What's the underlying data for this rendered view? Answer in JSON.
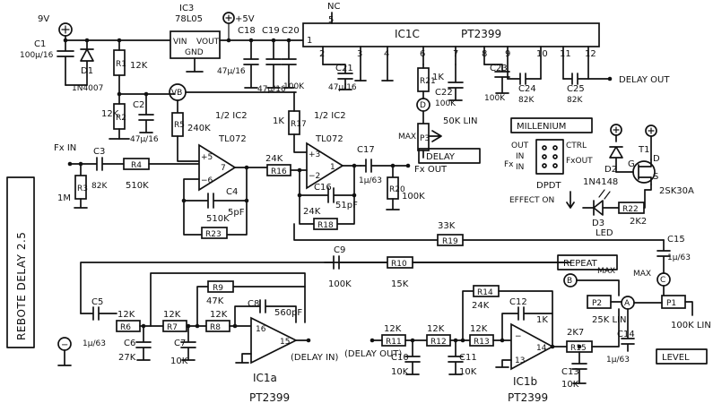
{
  "title": "REBOTE DELAY 2.5",
  "power": {
    "supply": "9V",
    "rail": "+5V",
    "ground_symbol": "−",
    "vb": "VB"
  },
  "ic": {
    "ic1c": {
      "ref": "IC1C",
      "part": "PT2399",
      "nc_label": "NC",
      "pins": [
        "1",
        "2",
        "3",
        "4",
        "5",
        "6",
        "7",
        "8",
        "9",
        "10",
        "11",
        "12"
      ]
    },
    "ic3": {
      "ref": "IC3",
      "part": "78L05",
      "vin": "VIN",
      "vout": "VOUT",
      "gnd": "GND"
    },
    "ic2a": {
      "ref": "1/2 IC2",
      "part": "TL072",
      "pin_p": "+5",
      "pin_n": "−6",
      "pin_out": "7"
    },
    "ic2b": {
      "ref": "1/2 IC2",
      "part": "TL072",
      "pin_p": "+3",
      "pin_n": "−2",
      "pin_out": "1"
    },
    "ic1a": {
      "ref": "IC1a",
      "part": "PT2399",
      "pin_in": "16",
      "pin_out": "15",
      "out_label": "(DELAY IN)"
    },
    "ic1b": {
      "ref": "IC1b",
      "part": "PT2399",
      "pin_p": "13",
      "pin_n": "14"
    }
  },
  "labels": {
    "fx_in": "Fx IN",
    "fx_out": "Fx OUT",
    "delay_out": "DELAY OUT",
    "delay_out_left": "(DELAY OUT)",
    "delay_box": "DELAY",
    "repeat_box": "REPEAT",
    "level_box": "LEVEL",
    "max1": "MAX",
    "max2": "MAX",
    "max3": "MAX",
    "lin_p3": "50K LIN",
    "lin_p2": "25K LIN",
    "lin_p1": "100K LIN",
    "node_a": "A",
    "node_b": "B",
    "node_c": "C"
  },
  "switch": {
    "brand": "MILLENIUM",
    "labels": [
      "OUT",
      "IN",
      "IN"
    ],
    "fx": "Fx",
    "ctrl": "CTRL",
    "fxout": "FxOUT",
    "type": "DPDT",
    "effect": "EFFECT ON"
  },
  "parts": {
    "c1": "C1",
    "c1v": "100µ/16",
    "d1": "D1",
    "d1v": "1N4007",
    "r1": "R1",
    "r1v": "12K",
    "r2": "R2",
    "r2v": "12K",
    "c2": "C2",
    "c2v": "47µ/16",
    "r5": "R5",
    "r5v": "240K",
    "c18": "C18",
    "c18v": "47µ/16",
    "c19": "C19",
    "c19v": "47µ/16",
    "c20": "C20",
    "c20v": "100K",
    "c21": "C21",
    "c21v": "47µ/16",
    "r21": "R21",
    "r21v": "1K",
    "c22": "C22",
    "c22v": "100K",
    "c23": "C23",
    "c23v": "100K",
    "c24": "C24",
    "c24v": "82K",
    "c25": "C25",
    "c25v": "82K",
    "r17": "R17",
    "r17v": "1K",
    "p3": "P3",
    "c3": "C3",
    "c3v": "82K",
    "r4": "R4",
    "r4v": "510K",
    "r3": "R3",
    "r3v": "1M",
    "c4": "C4",
    "c4v": "5pF",
    "r23": "R23",
    "r23v": "510K",
    "r16": "R16",
    "r16v": "24K",
    "c16": "C16",
    "c16v": "51pF",
    "r18": "R18",
    "r18v": "24K",
    "c17": "C17",
    "c17v": "1µ/63",
    "r20": "R20",
    "r20v": "100K",
    "d2": "D2",
    "d2v": "1N4148",
    "d3": "D3",
    "d3v": "LED",
    "r22": "R22",
    "r22v": "2K2",
    "t1": "T1",
    "t1v": "2SK30A",
    "t1g": "G",
    "t1d": "D",
    "t1s": "S",
    "r19": "R19",
    "r19v": "33K",
    "c15": "C15",
    "c15v": "1µ/63",
    "c9": "C9",
    "c9v": "100K",
    "r10": "R10",
    "r10v": "15K",
    "c5": "C5",
    "c5v": "1µ/63",
    "r6": "R6",
    "r6v": "12K",
    "c6": "C6",
    "c6v": "27K",
    "r7": "R7",
    "r7v": "12K",
    "c7": "C7",
    "c7v": "10K",
    "r8": "R8",
    "r8v": "12K",
    "r9": "R9",
    "r9v": "47K",
    "c8": "C8",
    "c8v": "560pF",
    "r11": "R11",
    "r11v": "12K",
    "c10": "C10",
    "c10v": "10K",
    "r12": "R12",
    "r12v": "12K",
    "c11": "C11",
    "c11v": "10K",
    "r13": "R13",
    "r13v": "12K",
    "r14": "R14",
    "r14v": "24K",
    "c12": "C12",
    "c12v": "1K",
    "r15": "R15",
    "r15v": "2K7",
    "c13": "C13",
    "c13v": "10K",
    "c14": "C14",
    "c14v": "1µ/63",
    "p2": "P2",
    "p1": "P1"
  }
}
